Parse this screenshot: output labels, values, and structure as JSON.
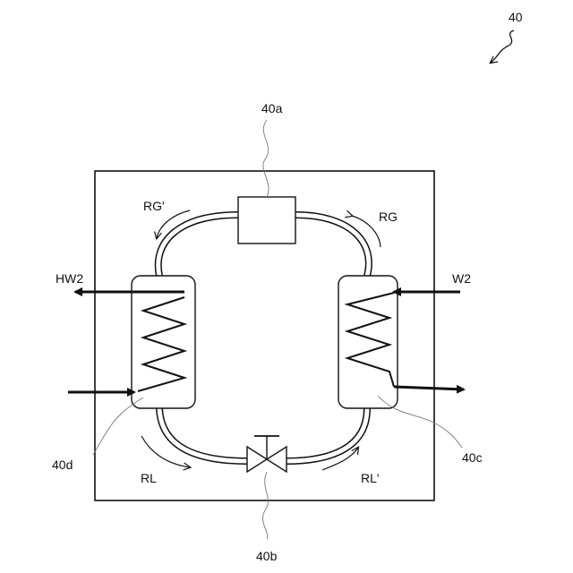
{
  "labels": {
    "figure": "40",
    "compressor": "40a",
    "valve": "40b",
    "evaporator": "40c",
    "condenser": "40d",
    "rg": "RG",
    "rg_prime": "RG'",
    "rl": "RL",
    "rl_prime": "RL'",
    "w2": "W2",
    "hw2": "HW2"
  }
}
